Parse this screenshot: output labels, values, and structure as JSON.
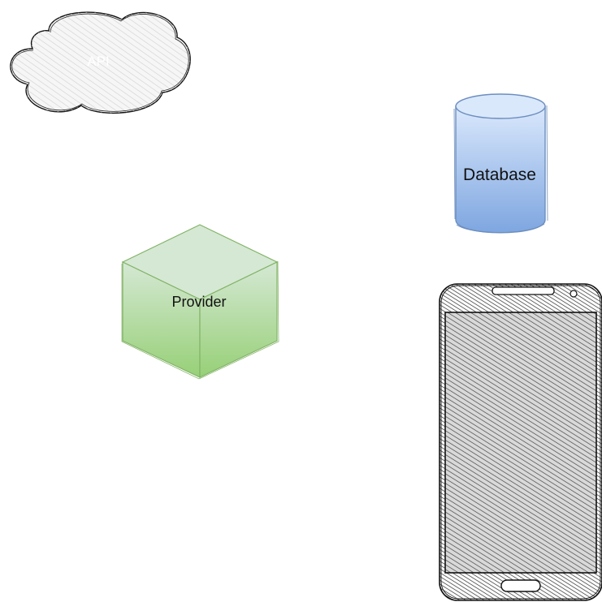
{
  "diagram": {
    "nodes": [
      {
        "id": "api",
        "shape": "cloud",
        "label": "API",
        "fill": "#f4f4f4",
        "stroke": "#111111"
      },
      {
        "id": "database",
        "shape": "cylinder",
        "label": "Database",
        "fill_top": "#dae8fc",
        "fill_bottom": "#7ea6e0",
        "stroke": "#6c8ebf"
      },
      {
        "id": "provider",
        "shape": "cube",
        "label": "Provider",
        "fill_top": "#d5e8d4",
        "fill_bottom": "#97d077",
        "stroke": "#82b366"
      },
      {
        "id": "phone",
        "shape": "mobile-device",
        "label": "",
        "fill": "#e6e6e6",
        "stroke": "#111111"
      }
    ],
    "style": "sketch"
  }
}
